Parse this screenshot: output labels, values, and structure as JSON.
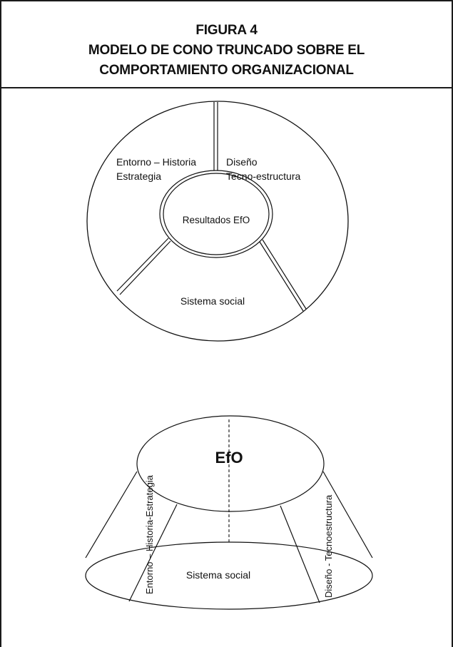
{
  "header": {
    "line1": "FIGURA 4",
    "line2": "MODELO DE CONO TRUNCADO SOBRE EL",
    "line3": "COMPORTAMIENTO ORGANIZACIONAL"
  },
  "top_diagram": {
    "segment_left_line1": "Entorno – Historia",
    "segment_left_line2": "Estrategia",
    "segment_right_line1": "Diseño",
    "segment_right_line2": "Tecno-estructura",
    "center_label": "Resultados EfO",
    "segment_bottom": "Sistema social"
  },
  "cone_diagram": {
    "top_label": "EfO",
    "left_side_label": "Entorno – Historia-Estrategia",
    "right_side_label": "Diseño - Tecnoestructura",
    "base_label": "Sistema social"
  }
}
